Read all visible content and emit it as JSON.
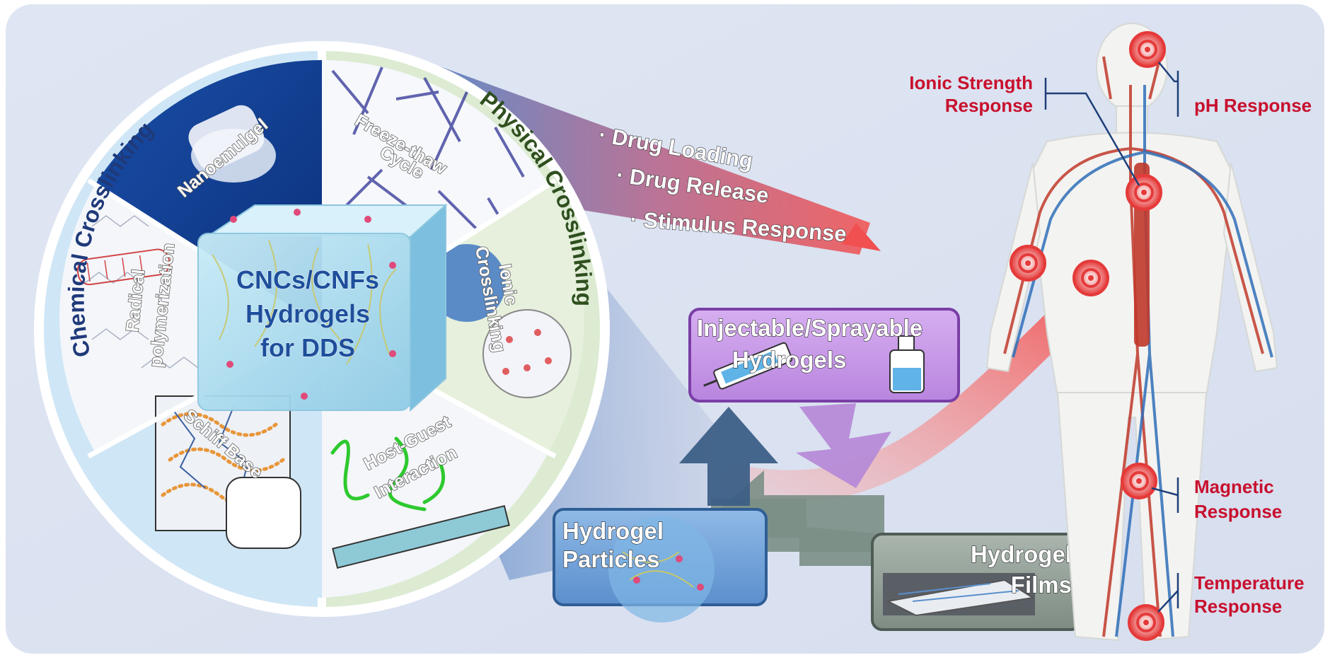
{
  "circle": {
    "chemical_title": "Chemical Crosslinking",
    "physical_title": "Physical Crosslinking",
    "center_lines": [
      "CNCs/CNFs",
      "Hydrogels",
      "for DDS"
    ],
    "sectors": {
      "nanoemulgel": "Nanoemulgel",
      "radical_line1": "Radical",
      "radical_line2": "polymerization",
      "schiff": "Schiff Base",
      "freeze_line1": "Freeze-thaw",
      "freeze_line2": "Cycle",
      "ionic_line1": "Ionic",
      "ionic_line2": "Crosslinking",
      "hostguest_line1": "Host-Guest",
      "hostguest_line2": "Interaction"
    }
  },
  "beam_points": [
    "· Drug Loading",
    "· Drug Release",
    "· Stimulus Response"
  ],
  "forms": {
    "injectable_line1": "Injectable/Sprayable",
    "injectable_line2": "Hydrogels",
    "particles_line1": "Hydrogel",
    "particles_line2": "Particles",
    "films_line1": "Hydrogel",
    "films_line2": "Films"
  },
  "responses": {
    "ionic_line1": "Ionic Strength",
    "ionic_line2": "Response",
    "ph": "pH Response",
    "magnetic_line1": "Magnetic",
    "magnetic_line2": "Response",
    "temperature_line1": "Temperature",
    "temperature_line2": "Response"
  },
  "colors": {
    "response_red": "#c8102e",
    "panel_bg": "#dde3f1",
    "chemical_blue": "#cfe6f6",
    "physical_green": "#dcebd2",
    "injectable_purple": "#c89ae6",
    "particles_blue": "#6a9fd6",
    "films_gray": "#8e9b93"
  }
}
